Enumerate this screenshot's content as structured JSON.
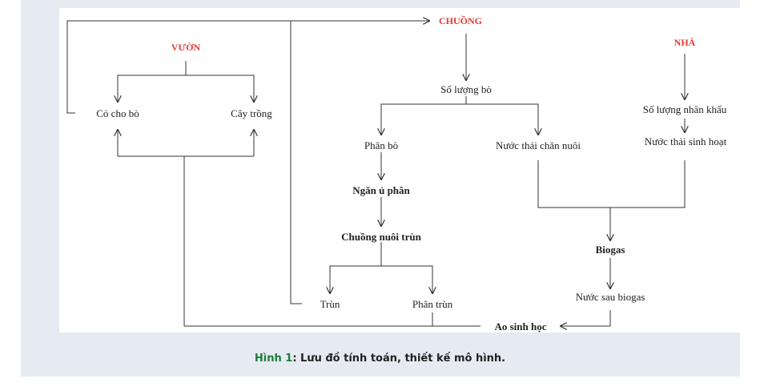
{
  "colors": {
    "frame_bg": "#e6ebf2",
    "accent_red": "#e53935",
    "caption_green": "#1f7a3c",
    "line": "#333333"
  },
  "nodes": {
    "chuong": "CHUỒNG",
    "vuon": "VƯỜN",
    "nha": "NHÀ",
    "co_cho_bo": "Cỏ cho bò",
    "cay_trong": "Cây trồng",
    "so_luong_bo": "Số lượng bò",
    "so_luong_nhan_khau": "Số lượng nhân khẩu",
    "phan_bo": "Phân bò",
    "nuoc_thai_chan_nuoi": "Nước thải chăn nuôi",
    "nuoc_thai_sinh_hoat": "Nước thải sinh hoạt",
    "ngan_u_phan": "Ngăn ủ phân",
    "chuong_nuoi_trun": "Chuồng nuôi trùn",
    "biogas": "Biogas",
    "nuoc_sau_biogas": "Nước sau biogas",
    "trun": "Trùn",
    "phan_trun": "Phân trùn",
    "ao_sinh_hoc": "Ao sinh học"
  },
  "caption": {
    "figure": "Hình 1",
    "separator": ": ",
    "text": "Lưu đồ tính toán, thiết kế mô hình."
  }
}
